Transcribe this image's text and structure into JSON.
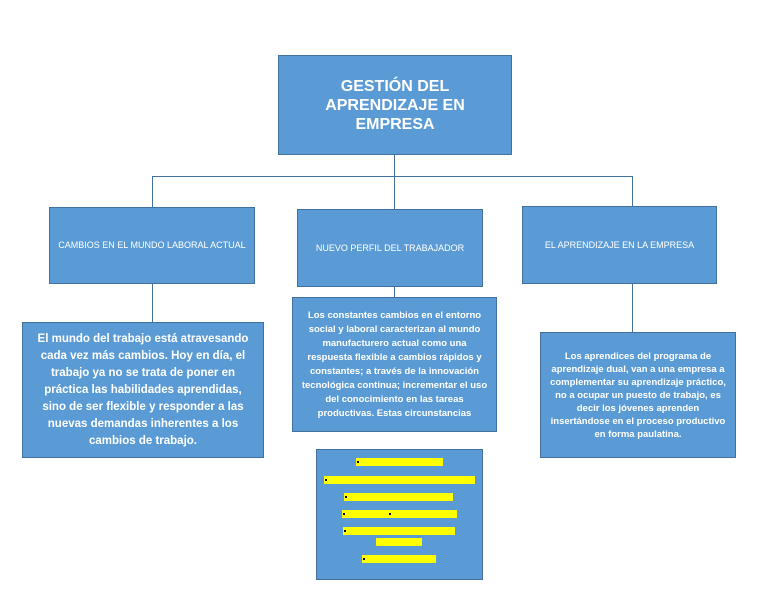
{
  "root": {
    "title": "GESTIÓN DEL APRENDIZAJE EN EMPRESA"
  },
  "branches": [
    {
      "heading": "CAMBIOS EN EL MUNDO LABORAL ACTUAL",
      "text": "El mundo del trabajo está atravesando cada vez más cambios. Hoy en día, el trabajo ya no se trata de poner en práctica las habilidades aprendidas, sino de ser flexible y responder a las nuevas demandas inherentes a los cambios de trabajo."
    },
    {
      "heading": "NUEVO PERFIL DEL TRABAJADOR",
      "text": "Los constantes cambios en el entorno social y laboral caracterizan al mundo manufacturero actual como una respuesta flexible a cambios rápidos y constantes; a través de la innovación tecnológica continua; incrementar el uso del conocimiento en las tareas productivas. Estas circunstancias"
    },
    {
      "heading": "EL APRENDIZAJE EN LA EMPRESA",
      "text": "Los aprendices del programa de aprendizaje dual, van a una empresa a complementar su aprendizaje práctico, no a ocupar un puesto de trabajo, es decir los jóvenes aprenden insertándose en el proceso productivo en forma paulatina."
    }
  ],
  "colors": {
    "box_fill": "#5b9bd5",
    "box_border": "#41719c",
    "text": "#ffffff",
    "highlight": "#ffff00"
  }
}
